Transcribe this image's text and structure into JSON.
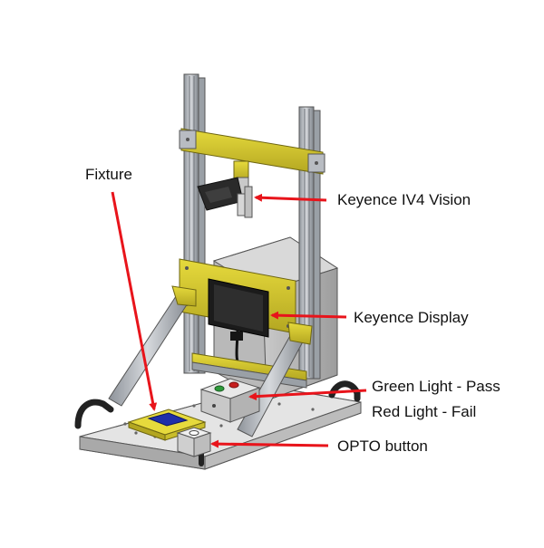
{
  "labels": {
    "fixture": "Fixture",
    "vision": "Keyence IV4 Vision",
    "display": "Keyence Display",
    "green": "Green Light - Pass",
    "red": "Red Light - Fail",
    "opto": "OPTO button"
  },
  "colors": {
    "arrow": "#e8141b",
    "bracket_yellow": "#d9cc2b",
    "frame_silver": "#b8bcc2",
    "plate_gray": "#cfcfcf",
    "display_black": "#1b1b1b",
    "fixture_blue": "#1f2fa8",
    "light_green": "#2e9a3a",
    "light_red": "#c61e1e"
  }
}
